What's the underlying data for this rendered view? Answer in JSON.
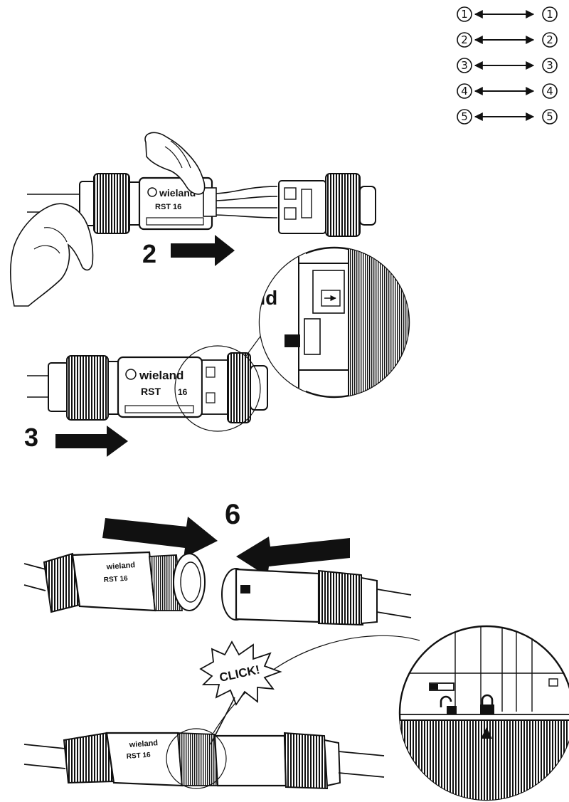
{
  "legend": {
    "rows": [
      {
        "left": "1",
        "right": "1"
      },
      {
        "left": "2",
        "right": "2"
      },
      {
        "left": "3",
        "right": "3"
      },
      {
        "left": "4",
        "right": "4"
      },
      {
        "left": "5",
        "right": "5"
      }
    ]
  },
  "steps": {
    "step2": "2",
    "step3": "3",
    "step6": "6"
  },
  "connector": {
    "brand": "wieland",
    "model": "RST 16",
    "model_short": "RST",
    "model_num": "16"
  },
  "click_label": "CLICK!",
  "zoom1_text": "nd",
  "colors": {
    "ink": "#111111",
    "paper": "#ffffff"
  }
}
